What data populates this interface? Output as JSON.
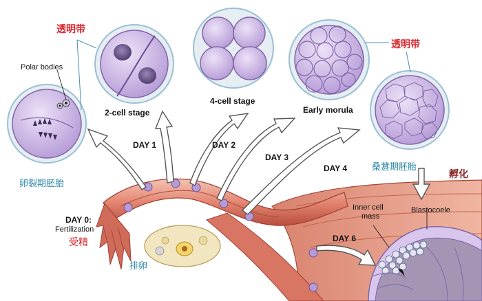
{
  "labels": {
    "zona_left": "透明带",
    "zona_right": "透明带",
    "polar_bodies": "Polar bodies",
    "two_cell": "2-cell stage",
    "four_cell": "4-cell stage",
    "early_morula": "Early morula",
    "cleavage_cn": "卵裂期胚胎",
    "morula_cn": "桑葚期胚胎",
    "hatching_cn": "孵化",
    "day0": "DAY 0:",
    "fertilization": "Fertilization",
    "fertilization_cn": "受精",
    "ovulation_cn": "排卵",
    "day1": "DAY 1",
    "day2": "DAY 2",
    "day3": "DAY 3",
    "day4": "DAY 4",
    "day6": "DAY 6",
    "inner_cell": "Inner cell",
    "mass": "mass",
    "blastocoele": "Blastocoele"
  },
  "colors": {
    "cell_fill": "#c9b4e3",
    "cell_stroke": "#7f66a8",
    "zona": "#e7f0f6",
    "zona_stroke": "#9bbfd4",
    "tube": "#d96e5d",
    "tube_light": "#f1b7a4",
    "ovary": "#efe3b3",
    "red_text": "#d9262b",
    "teal_text": "#2a86a6"
  }
}
